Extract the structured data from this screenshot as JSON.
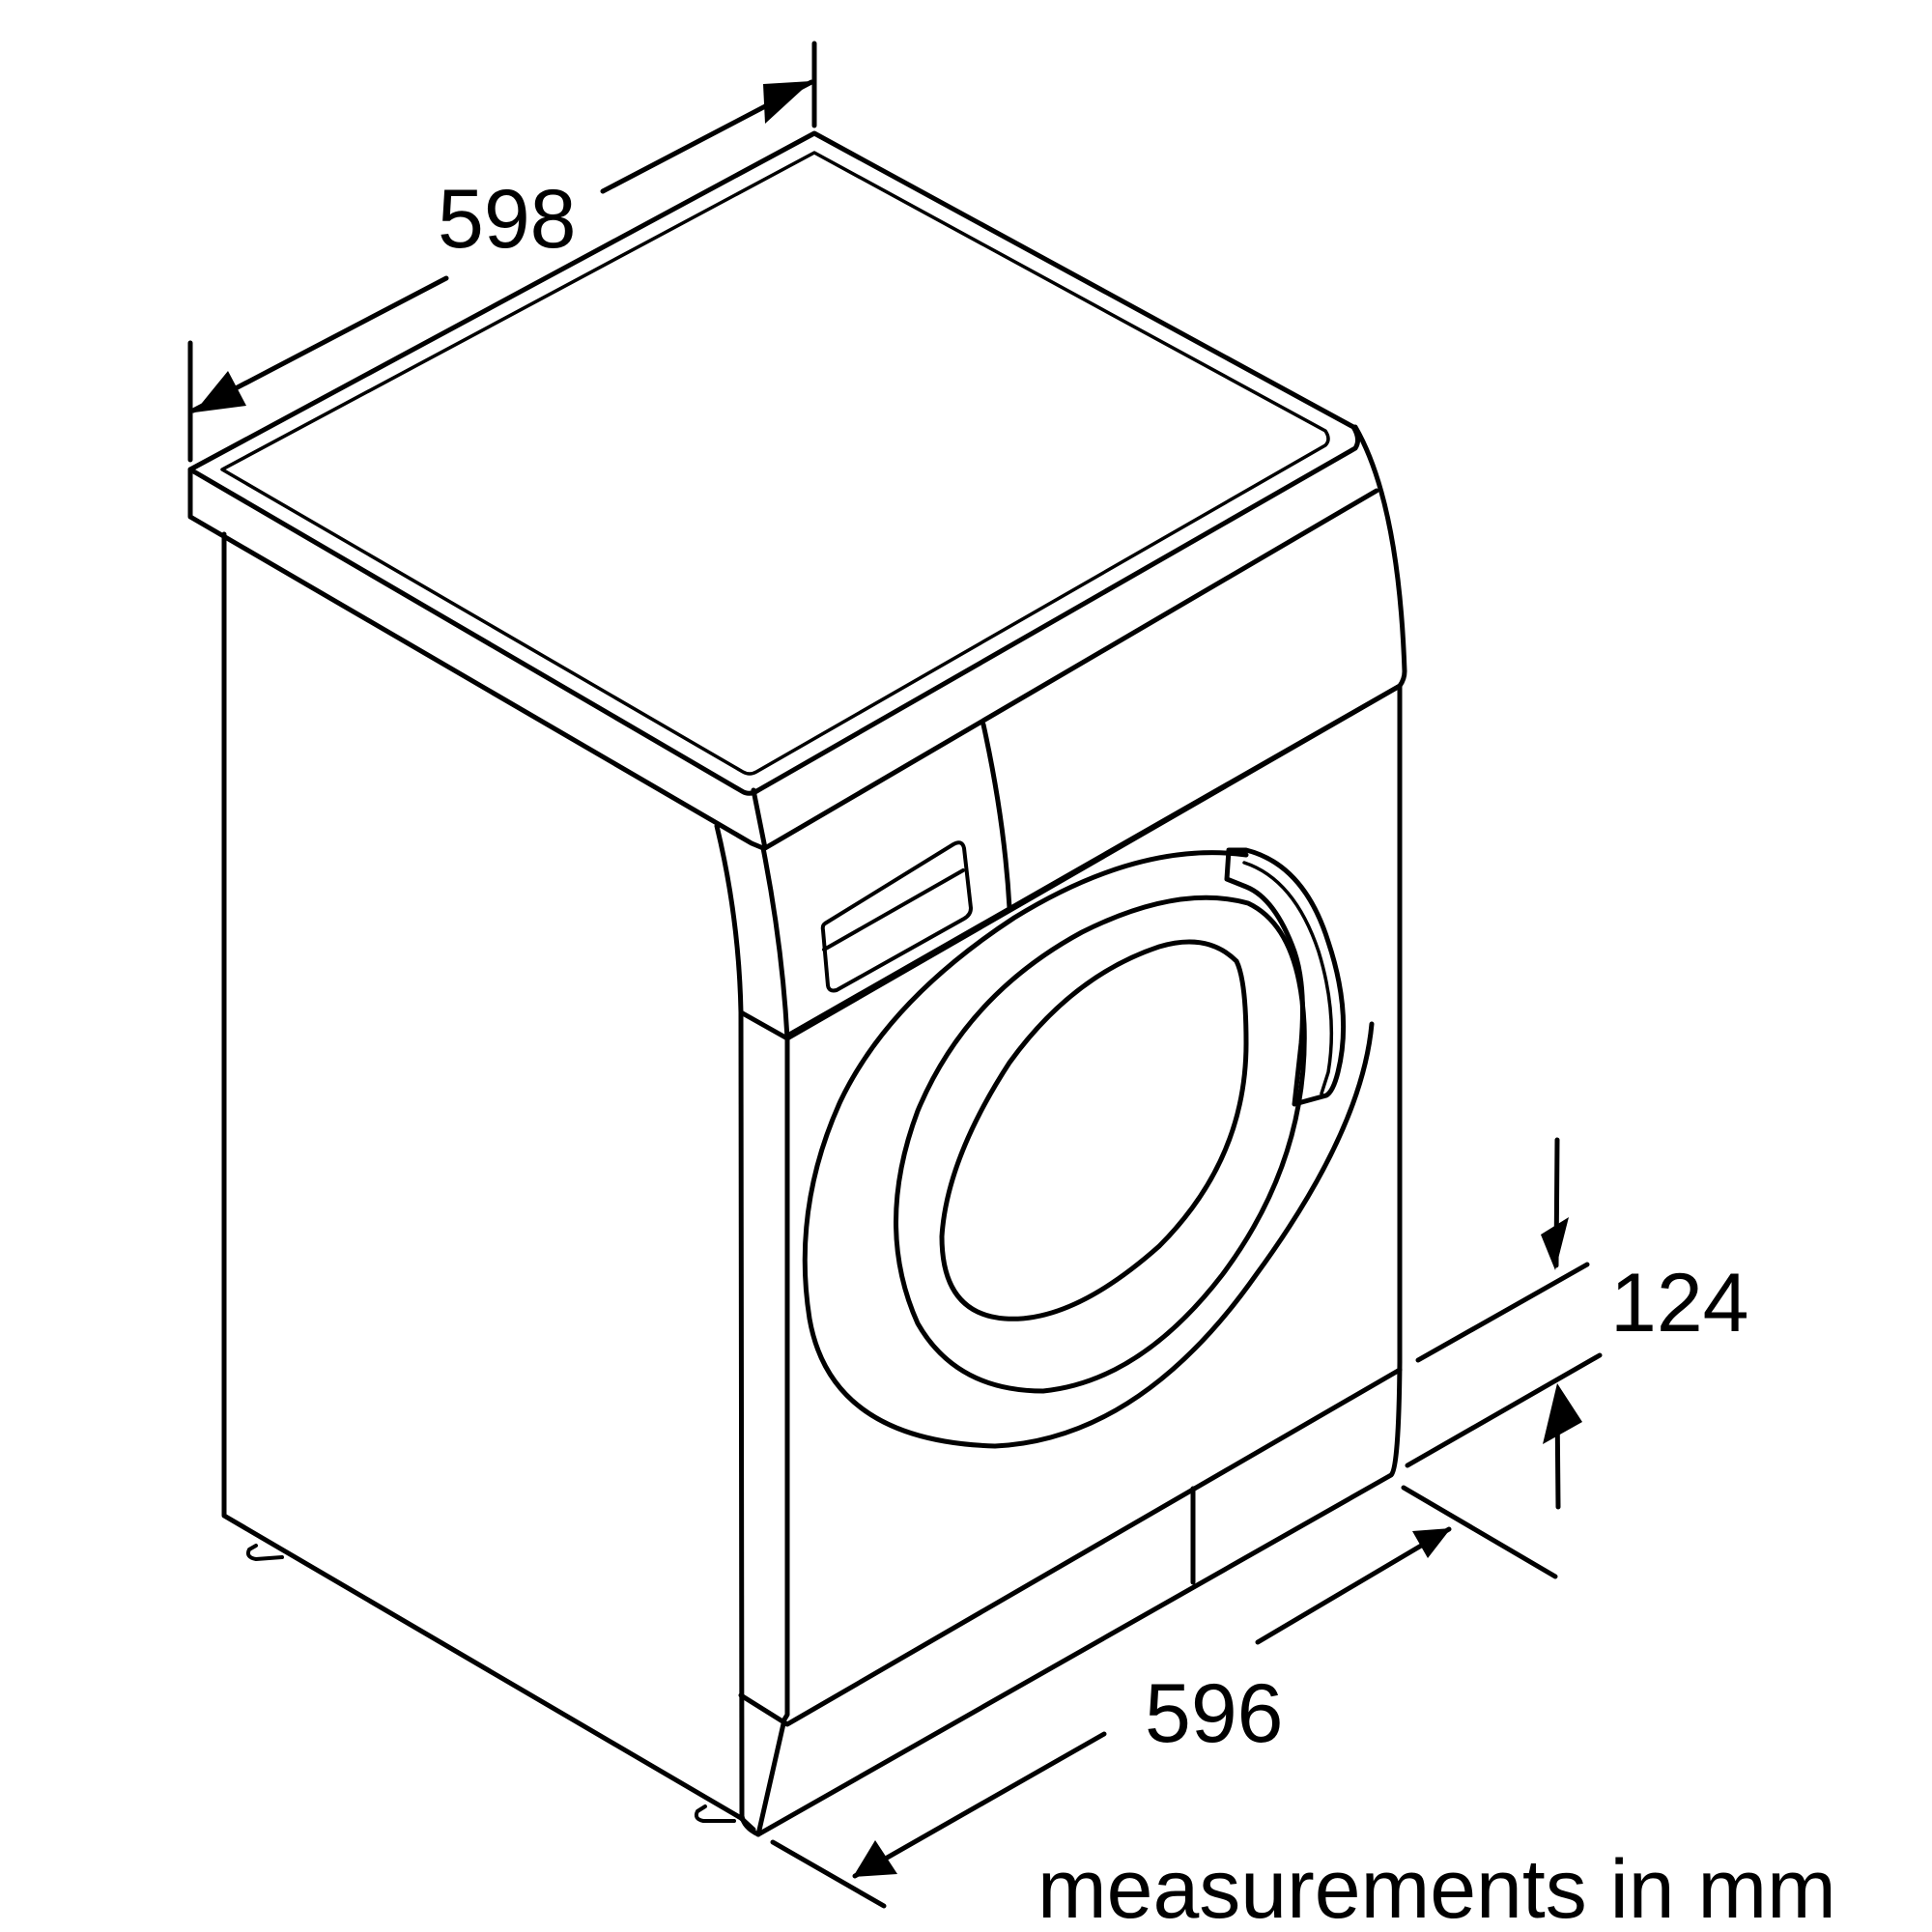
{
  "dimensions": {
    "depth": "598",
    "width": "596",
    "plinth": "124"
  },
  "caption": "measurements in mm",
  "colors": {
    "line": "#000000",
    "background": "#ffffff"
  }
}
